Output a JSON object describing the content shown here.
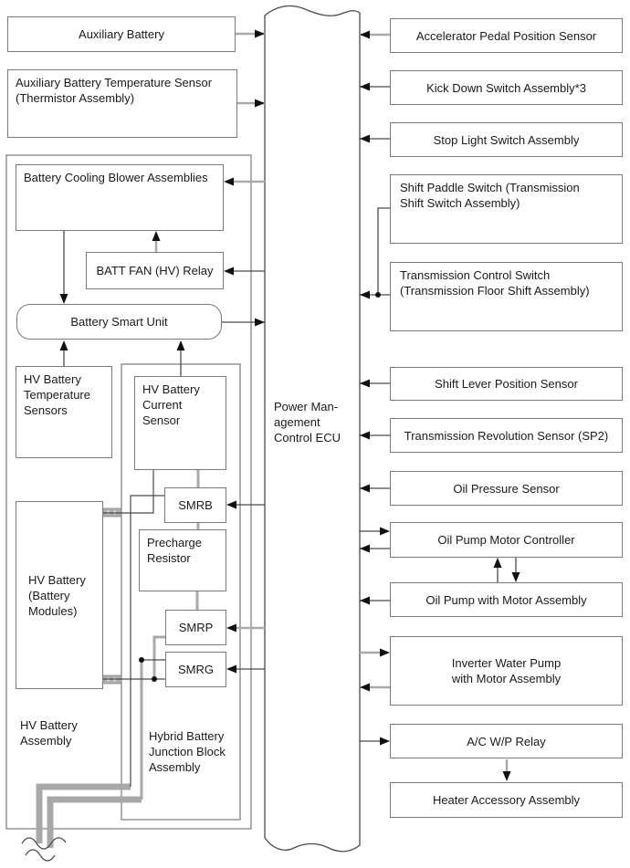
{
  "title": "Power Management Control ECU system wiring diagram",
  "colors": {
    "wire_dark": "#4a4a4a",
    "wire_gray": "#a9a9a9",
    "arrowhead": "#111111",
    "box_border": "#7a7a7a",
    "bus_bar": "#a8a8a8",
    "text": "#1a1a1a",
    "background": "#ffffff"
  },
  "ecu": {
    "label": "Power Man-\nagement\nControl ECU"
  },
  "left_nodes": [
    {
      "id": "auxiliary-battery",
      "label": "Auxiliary Battery"
    },
    {
      "id": "auxiliary-battery-temperature-sensor",
      "label": "Auxiliary Battery Temperature Sensor\n(Thermistor Assembly)"
    },
    {
      "id": "battery-cooling-blower-assemblies",
      "label": "Battery Cooling Blower Assemblies"
    },
    {
      "id": "batt-fan-hv-relay",
      "label": "BATT FAN (HV) Relay"
    },
    {
      "id": "battery-smart-unit",
      "label": "Battery Smart Unit"
    },
    {
      "id": "hv-battery-temperature-sensors",
      "label": "HV Battery\nTemperature\nSensors"
    },
    {
      "id": "hv-battery-current-sensor",
      "label": "HV Battery\nCurrent Sensor"
    },
    {
      "id": "smrb",
      "label": "SMRB"
    },
    {
      "id": "precharge-resistor",
      "label": "Precharge\nResistor"
    },
    {
      "id": "smrp",
      "label": "SMRP"
    },
    {
      "id": "smrg",
      "label": "SMRG"
    },
    {
      "id": "hv-battery-modules",
      "label": "HV Battery\n(Battery\nModules)"
    }
  ],
  "containers": [
    {
      "id": "hv-battery-assembly",
      "label": "HV Battery\nAssembly"
    },
    {
      "id": "hybrid-battery-junction-block-assembly",
      "label": "Hybrid Battery\nJunction Block\nAssembly"
    }
  ],
  "right_nodes": [
    {
      "id": "accelerator-pedal-position-sensor",
      "label": "Accelerator Pedal Position Sensor"
    },
    {
      "id": "kick-down-switch-assembly",
      "label": "Kick Down Switch Assembly*3"
    },
    {
      "id": "stop-light-switch-assembly",
      "label": "Stop Light Switch Assembly"
    },
    {
      "id": "shift-paddle-switch",
      "label": "Shift Paddle Switch (Transmission\nShift Switch Assembly)"
    },
    {
      "id": "transmission-control-switch",
      "label": "Transmission Control Switch\n(Transmission Floor Shift Assembly)"
    },
    {
      "id": "shift-lever-position-sensor",
      "label": "Shift Lever Position Sensor"
    },
    {
      "id": "transmission-revolution-sensor-sp2",
      "label": "Transmission Revolution Sensor (SP2)"
    },
    {
      "id": "oil-pressure-sensor",
      "label": "Oil Pressure Sensor"
    },
    {
      "id": "oil-pump-motor-controller",
      "label": "Oil Pump Motor Controller"
    },
    {
      "id": "oil-pump-with-motor-assembly",
      "label": "Oil Pump with Motor Assembly"
    },
    {
      "id": "inverter-water-pump-with-motor-assembly",
      "label": "Inverter Water Pump\nwith Motor Assembly"
    },
    {
      "id": "ac-wp-relay",
      "label": "A/C W/P Relay"
    },
    {
      "id": "heater-accessory-assembly",
      "label": "Heater Accessory Assembly"
    }
  ]
}
